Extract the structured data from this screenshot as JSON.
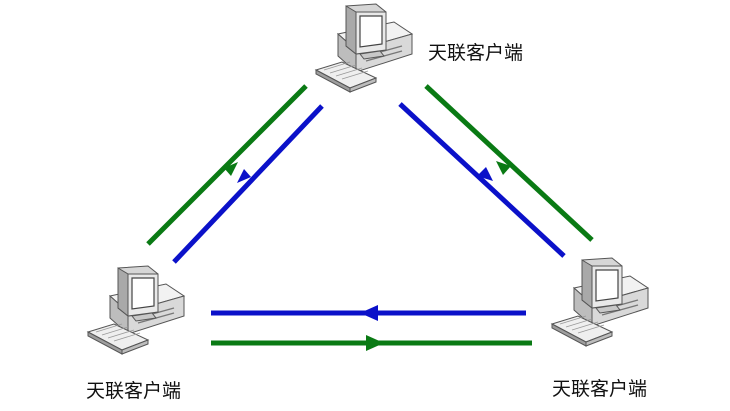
{
  "diagram": {
    "nodes": [
      {
        "id": "top",
        "icon": "desktop-computer-icon",
        "label": "天联客户端"
      },
      {
        "id": "left",
        "icon": "desktop-computer-icon",
        "label": "天联客户端"
      },
      {
        "id": "right",
        "icon": "desktop-computer-icon",
        "label": "天联客户端"
      }
    ],
    "connections": [
      {
        "from": "top",
        "to": "left",
        "color": "#0a7a14"
      },
      {
        "from": "left",
        "to": "top",
        "color": "#0b11c9"
      },
      {
        "from": "left",
        "to": "right",
        "color": "#0a7a14"
      },
      {
        "from": "right",
        "to": "left",
        "color": "#0b11c9"
      },
      {
        "from": "top",
        "to": "right",
        "color": "#0a7a14"
      },
      {
        "from": "right",
        "to": "top",
        "color": "#0b11c9"
      }
    ]
  }
}
